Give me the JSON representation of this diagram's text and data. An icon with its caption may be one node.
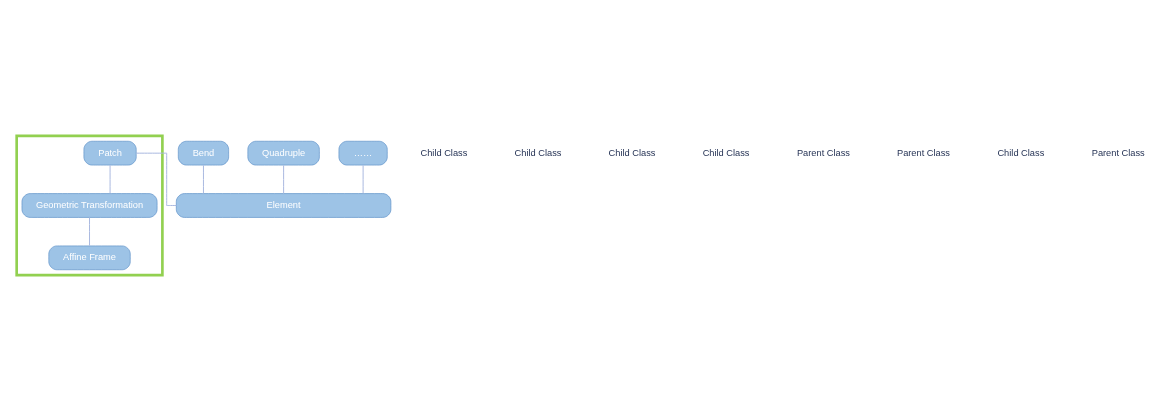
{
  "diagram": {
    "nodes": [
      {
        "text": [],
        "shape": "box"
      },
      {
        "text": [
          "Patch"
        ],
        "in": 0
      },
      {
        "text": [
          "Bend"
        ]
      },
      {
        "text": [
          "Quadruple"
        ]
      },
      {
        "text": [
          "……"
        ]
      },
      {
        "text": [
          "Geometric Transformation"
        ],
        "in": 0
      },
      {
        "text": [
          "Element"
        ]
      },
      {
        "text": [
          "Affine Frame"
        ],
        "in": 0
      }
    ],
    "edges": [
      {
        "from": 1,
        "to": 5,
        "arrow": "none"
      },
      {
        "from": 1,
        "to": 6,
        "arrow": "none"
      },
      {
        "from": 2,
        "to": 6,
        "arrow": "none"
      },
      {
        "from": 3,
        "to": 6,
        "arrow": "none"
      },
      {
        "from": 4,
        "to": 6,
        "arrow": "none"
      },
      {
        "from": 5,
        "to": 7,
        "arrow": "none"
      }
    ],
    "labels": [
      "Child Class",
      "Child Class",
      "Child Class",
      "Child Class",
      "Parent Class",
      "Parent Class",
      "Child Class",
      "Parent Class"
    ]
  }
}
